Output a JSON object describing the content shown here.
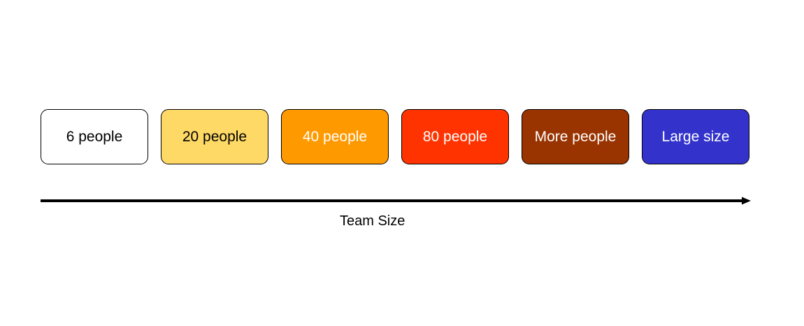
{
  "boxes": [
    {
      "label": "6 people",
      "fill": "#ffffff",
      "text_color": "#000000"
    },
    {
      "label": "20 people",
      "fill": "#ffd966",
      "text_color": "#000000"
    },
    {
      "label": "40 people",
      "fill": "#ff9900",
      "text_color": "#ffffff"
    },
    {
      "label": "80 people",
      "fill": "#ff3300",
      "text_color": "#ffffff"
    },
    {
      "label": "More people",
      "fill": "#993300",
      "text_color": "#ffffff"
    },
    {
      "label": "Large size",
      "fill": "#3333cc",
      "text_color": "#ffffff"
    }
  ],
  "axis": {
    "label": "Team Size",
    "color": "#000000"
  }
}
